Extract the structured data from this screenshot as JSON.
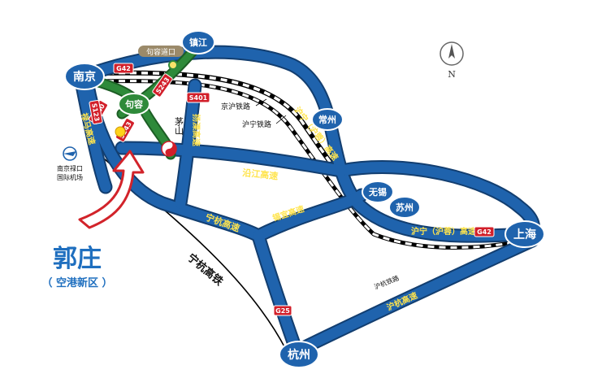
{
  "cities": {
    "nanjing": "南京",
    "zhenjiang": "镇江",
    "jurong": "句容",
    "changzhou": "常州",
    "wuxi": "无锡",
    "suzhou": "苏州",
    "shanghai": "上海",
    "hangzhou": "杭州"
  },
  "places": {
    "maoshan": "茅山",
    "airport_line1": "南京禄口",
    "airport_line2": "国际机场",
    "jurong_exit": "句容道口"
  },
  "highlight": {
    "title": "郭庄",
    "subtitle": "（ 空港新区 ）"
  },
  "roads": {
    "yangtze_river_expressway": "沿江高速",
    "ningjingyan": "宁杭高速",
    "ningyi_expressway": "锡宜高速",
    "huning_expressway": "沪宁（沪蓉）高速",
    "huning_expressway_north": "沪宁（沪蓉）高速",
    "yangli_expressway": "扬溧高速",
    "lutong_expressway": "禄马高速",
    "hanghu_expressway": "沪杭高速"
  },
  "rails": {
    "jinghu_railway": "京沪铁路",
    "huning_railway": "沪宁铁路",
    "hanghu_railway": "沪杭铁路",
    "ninghang_hsr": "宁杭高铁"
  },
  "shields": {
    "g42_north": "G42",
    "g42_east": "G42",
    "s243": "S243",
    "s340": "S340",
    "s401": "S401",
    "s243_lower": "S243",
    "s123": "S123",
    "g25": "G25"
  },
  "compass": {
    "north": "N"
  },
  "colors": {
    "expressway": "#1f63ad",
    "expressway_edge": "#123e70",
    "provincial_road": "#2e8a3a",
    "city_node": "#1f63ad",
    "label_yellow": "#ffe44d",
    "shield_red": "#d21f2a",
    "arrow_red": "#d2232a",
    "highlight_blue": "#1f6fbf"
  }
}
